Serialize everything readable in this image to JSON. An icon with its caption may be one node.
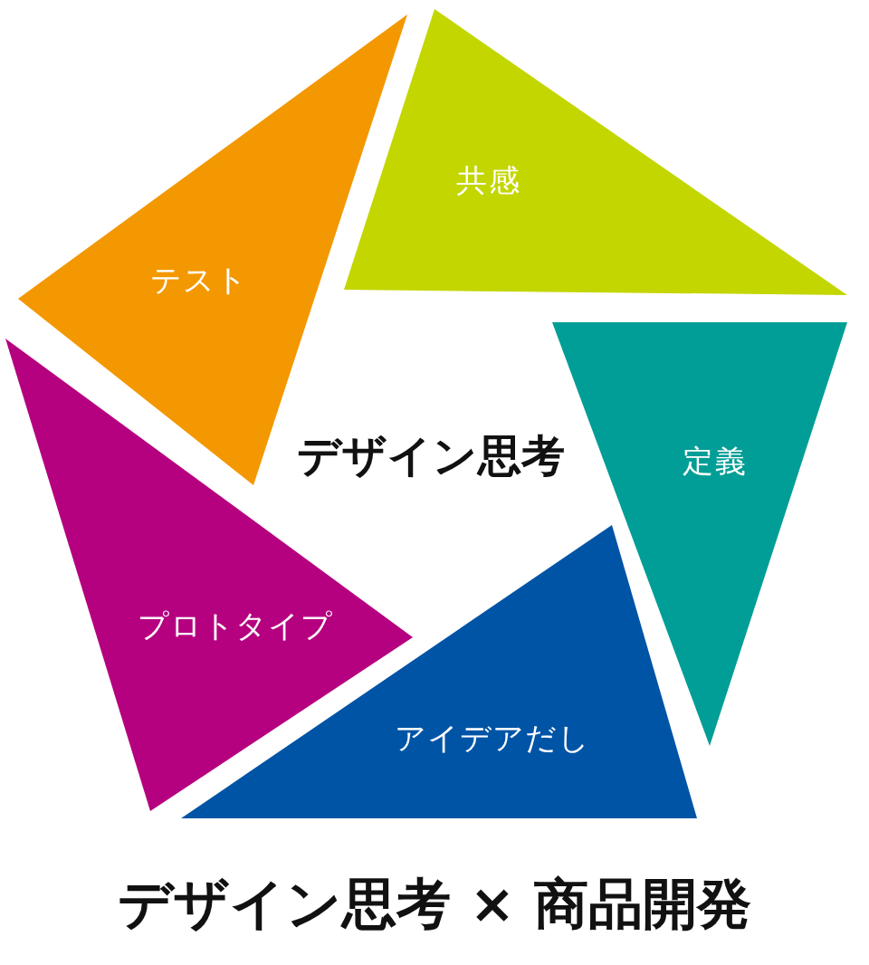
{
  "diagram": {
    "caption": "デザイン思考 × 商品開発",
    "nodes": [
      {
        "text": [
          "共感"
        ]
      },
      {
        "text": [
          "定義"
        ]
      },
      {
        "text": [
          "アイデアだし"
        ]
      },
      {
        "text": [
          "プロトタイプ"
        ]
      },
      {
        "text": [
          "テスト"
        ]
      }
    ],
    "labels": [
      "デザイン思考"
    ]
  }
}
